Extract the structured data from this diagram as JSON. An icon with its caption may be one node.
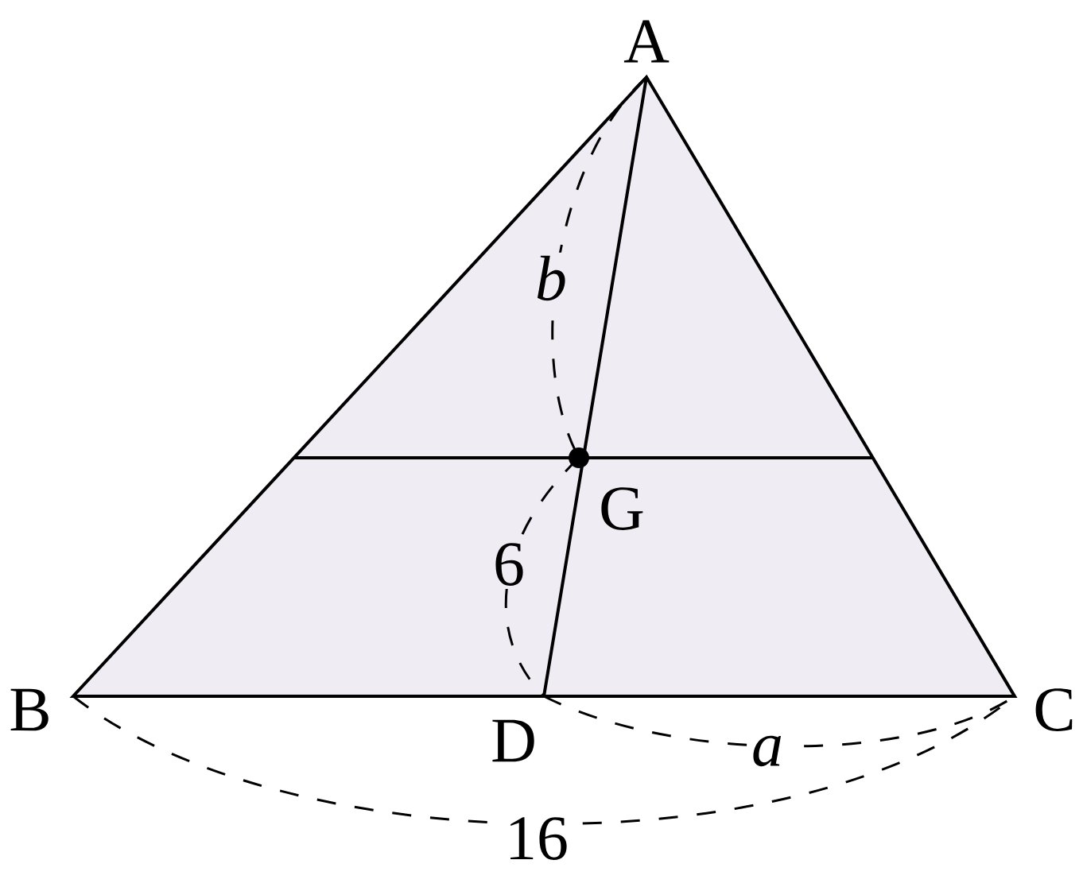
{
  "diagram": {
    "labels": [
      "A",
      "b",
      "G",
      "6",
      "B",
      "C",
      "D",
      "a",
      "16"
    ]
  }
}
